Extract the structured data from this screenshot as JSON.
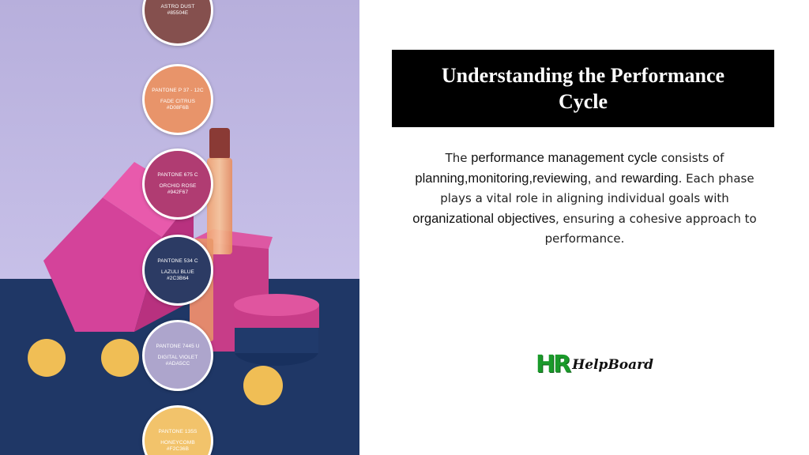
{
  "swatches": [
    {
      "code": "",
      "name": "ASTRO DUST",
      "hex": "#85504E",
      "color": "#85504E"
    },
    {
      "code": "PANTONE P 37 - 12C",
      "name": "FADE CITRUS",
      "hex": "#D08F6B",
      "color": "#E8946A"
    },
    {
      "code": "PANTONE 675 C",
      "name": "ORCHID ROSE",
      "hex": "#942F67",
      "color": "#B03C72"
    },
    {
      "code": "PANTONE 534 C",
      "name": "LAZULI BLUE",
      "hex": "#2C3B64",
      "color": "#2C3B64"
    },
    {
      "code": "PANTONE 7445 U",
      "name": "DIGITAL VIOLET",
      "hex": "#ADA5CC",
      "color": "#ADA5CC"
    },
    {
      "code": "PANTONE 135S",
      "name": "HONEYCOMB",
      "hex": "#F2C36B",
      "color": "#F2C36B"
    }
  ],
  "title": "Understanding the Performance Cycle",
  "body": {
    "p1": "The ",
    "k1": "performance management cycle",
    "p2": " consists of ",
    "k2": "planning,",
    "k3": "monitoring,",
    "k4": "reviewing,",
    "p3": " and ",
    "k5": "rewarding",
    "p4": ". Each phase plays a vital role in aligning individual goals with ",
    "k6": "organizational objectives",
    "p5": ", ensuring a cohesive approach to performance."
  },
  "logo": {
    "mark": "HR",
    "name": "HelpBoard"
  }
}
